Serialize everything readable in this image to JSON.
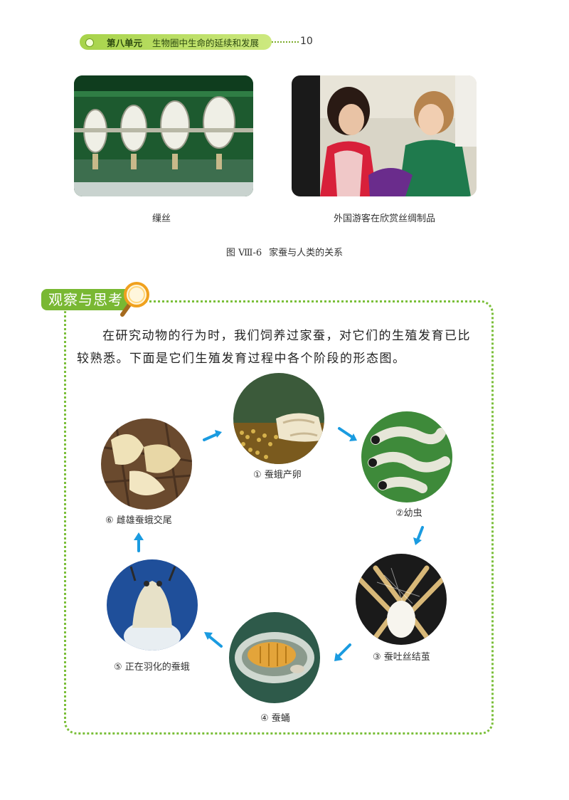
{
  "header": {
    "unit": "第八单元",
    "title": "生物圈中生命的延续和发展",
    "page_number": "10"
  },
  "photos": {
    "left_caption": "缫丝",
    "right_caption": "外国游客在欣赏丝绸制品"
  },
  "figure": {
    "number": "图 Ⅷ-6",
    "title": "家蚕与人类的关系"
  },
  "observe": {
    "label": "观察与思考",
    "paragraph": "在研究动物的行为时，我们饲养过家蚕，对它们的生殖发育已比较熟悉。下面是它们生殖发育过程中各个阶段的形态图。"
  },
  "stages": [
    {
      "label": "① 蚕蛾产卵"
    },
    {
      "label": "②幼虫"
    },
    {
      "label": "③ 蚕吐丝结茧"
    },
    {
      "label": "④ 蚕蛹"
    },
    {
      "label": "⑤ 正在羽化的蚕蛾"
    },
    {
      "label": "⑥ 雌雄蚕蛾交尾"
    }
  ],
  "colors": {
    "accent_green": "#79b833",
    "arrow_blue": "#1a9be0"
  }
}
